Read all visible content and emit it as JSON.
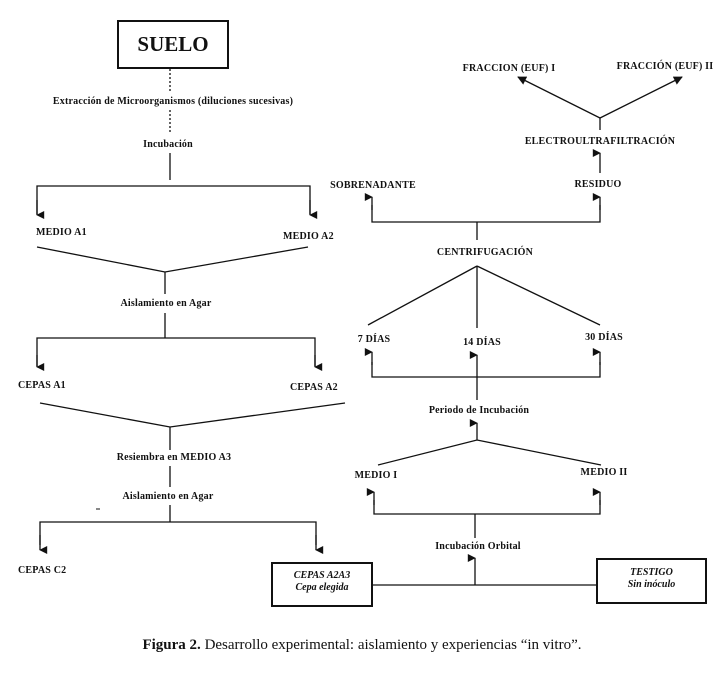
{
  "boxes": {
    "suelo": "SUELO",
    "cepas_a2a3": "CEPAS A2A3",
    "cepa_elegida": "Cepa elegida",
    "testigo": "TESTIGO",
    "sin_inoculo": "Sin inóculo"
  },
  "left_branch": {
    "extraccion": "Extracción de Microorganismos (diluciones sucesivas)",
    "incubacion": "Incubación",
    "medio_a1": "MEDIO A1",
    "medio_a2": "MEDIO A2",
    "aislamiento_1": "Aislamiento en Agar",
    "cepas_a1": "CEPAS A1",
    "cepas_a2": "CEPAS A2",
    "resiembra": "Resiembra en MEDIO A3",
    "aislamiento_2": "Aislamiento en Agar",
    "cepas_c2": "CEPAS C2"
  },
  "right_branch": {
    "fraccion_1": "FRACCION (EUF) I",
    "fraccion_2": "FRACCIÓN (EUF) II",
    "electroultrafiltracion": "ELECTROULTRAFILTRACIÓN",
    "sobrenadante": "SOBRENADANTE",
    "residuo": "RESIDUO",
    "centrifugacion": "CENTRIFUGACIÓN",
    "dias_7": "7 DÍAS",
    "dias_14": "14 DÍAS",
    "dias_30": "30 DÍAS",
    "periodo": "Periodo de Incubación",
    "medio_1": "MEDIO I",
    "medio_2": "MEDIO II",
    "incubacion_orbital": "Incubación Orbital"
  },
  "caption": {
    "label": "Figura 2.",
    "text": "Desarrollo experimental: aislamiento y experiencias “in vitro”."
  }
}
